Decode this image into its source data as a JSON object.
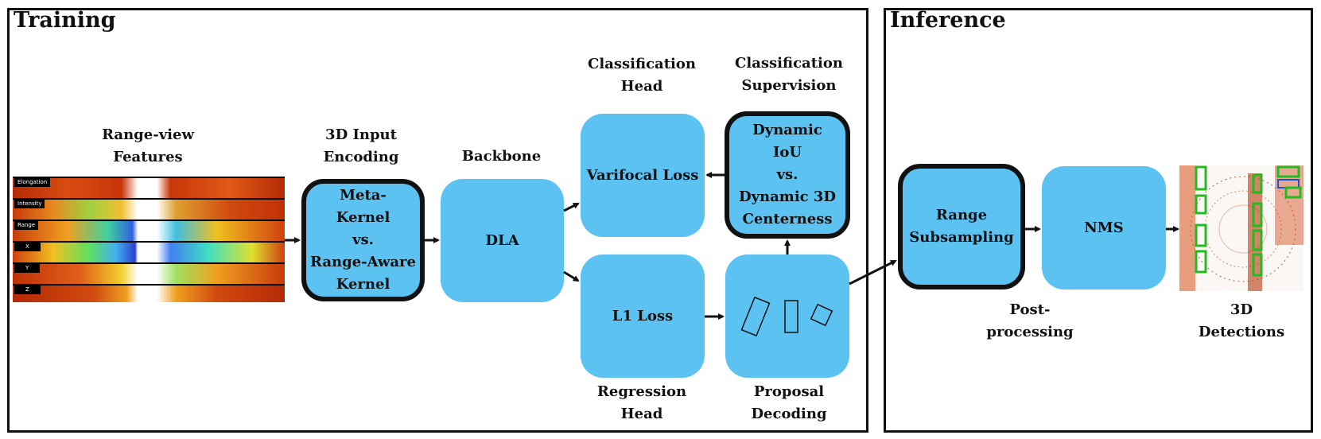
{
  "training": {
    "title": "Training"
  },
  "inference": {
    "title": "Inference"
  },
  "range_view": {
    "label": "Range-view\nFeatures",
    "channels": [
      "Elongation",
      "Intensity",
      "Range",
      "X",
      "Y",
      "Z"
    ]
  },
  "input_encoding": {
    "label": "3D Input\nEncoding",
    "box": "Meta-\nKernel\nvs.\nRange-Aware\nKernel"
  },
  "backbone": {
    "label": "Backbone",
    "box": "DLA"
  },
  "classification_head": {
    "label": "Classification\nHead",
    "box": "Varifocal Loss"
  },
  "classification_supervision": {
    "label": "Classification\nSupervision",
    "box": "Dynamic\nIoU\nvs.\nDynamic 3D\nCenterness"
  },
  "regression_head": {
    "label": "Regression\nHead",
    "box": "L1 Loss"
  },
  "proposal_decoding": {
    "label": "Proposal\nDecoding"
  },
  "range_subsampling": {
    "box": "Range\nSubsampling"
  },
  "nms": {
    "box": "NMS"
  },
  "post_processing": {
    "label": "Post-\nprocessing"
  },
  "detections": {
    "label": "3D\nDetections"
  },
  "colors": {
    "box_fill": "#5bc2f2",
    "border": "#111111",
    "detection_box": "#22bb22",
    "points": "#c83a0a"
  }
}
